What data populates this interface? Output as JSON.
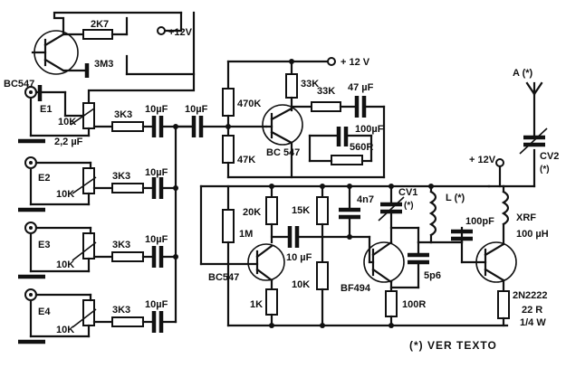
{
  "labels": {
    "v12_top": "+12V",
    "v12_mid": "+ 12 V",
    "v12_right": "+ 12V",
    "r_2k7": "2K7",
    "r_3m3": "3M3",
    "q_bc547_top": "BC547",
    "in_e1": "E1",
    "in_e2": "E2",
    "in_e3": "E3",
    "in_e4": "E4",
    "pot_10k_1": "10K",
    "pot_10k_2": "10K",
    "pot_10k_3": "10K",
    "pot_10k_4": "10K",
    "c_2u2": "2,2 µF",
    "r_3k3_1": "3K3",
    "r_3k3_2": "3K3",
    "r_3k3_3": "3K3",
    "r_3k3_4": "3K3",
    "c_10u_1": "10µF",
    "c_10u_2": "10µF",
    "c_10u_3": "10µF",
    "c_10u_4": "10µF",
    "c_10u_5": "10µF",
    "r_470k": "470K",
    "r_47k": "47K",
    "r_33k_a": "33K",
    "r_33k_b": "33K",
    "c_47u": "47 µF",
    "c_100u": "100µF",
    "r_560r": "560R",
    "q_bc547_mid": "BC 547",
    "r_20k": "20K",
    "r_15k": "15K",
    "r_1m": "1M",
    "c_4n7": "4n7",
    "cv1": "CV1",
    "cv1_note": "(*)",
    "l_note": "L (*)",
    "c_10u_6": "10 µF",
    "r_10k": "10K",
    "q_bc547_low": "BC547",
    "r_1k": "1K",
    "q_bf494": "BF494",
    "c_5p6": "5p6",
    "r_100r": "100R",
    "c_100p": "100pF",
    "xrf": "XRF",
    "xrf_val": "100 µH",
    "q_2n2222": "2N2222",
    "r_22r": "22 R",
    "r_22r_w": "1/4 W",
    "antenna": "A (*)",
    "cv2": "CV2",
    "cv2_note": "(*)",
    "footnote": "(*) VER TEXTO"
  }
}
